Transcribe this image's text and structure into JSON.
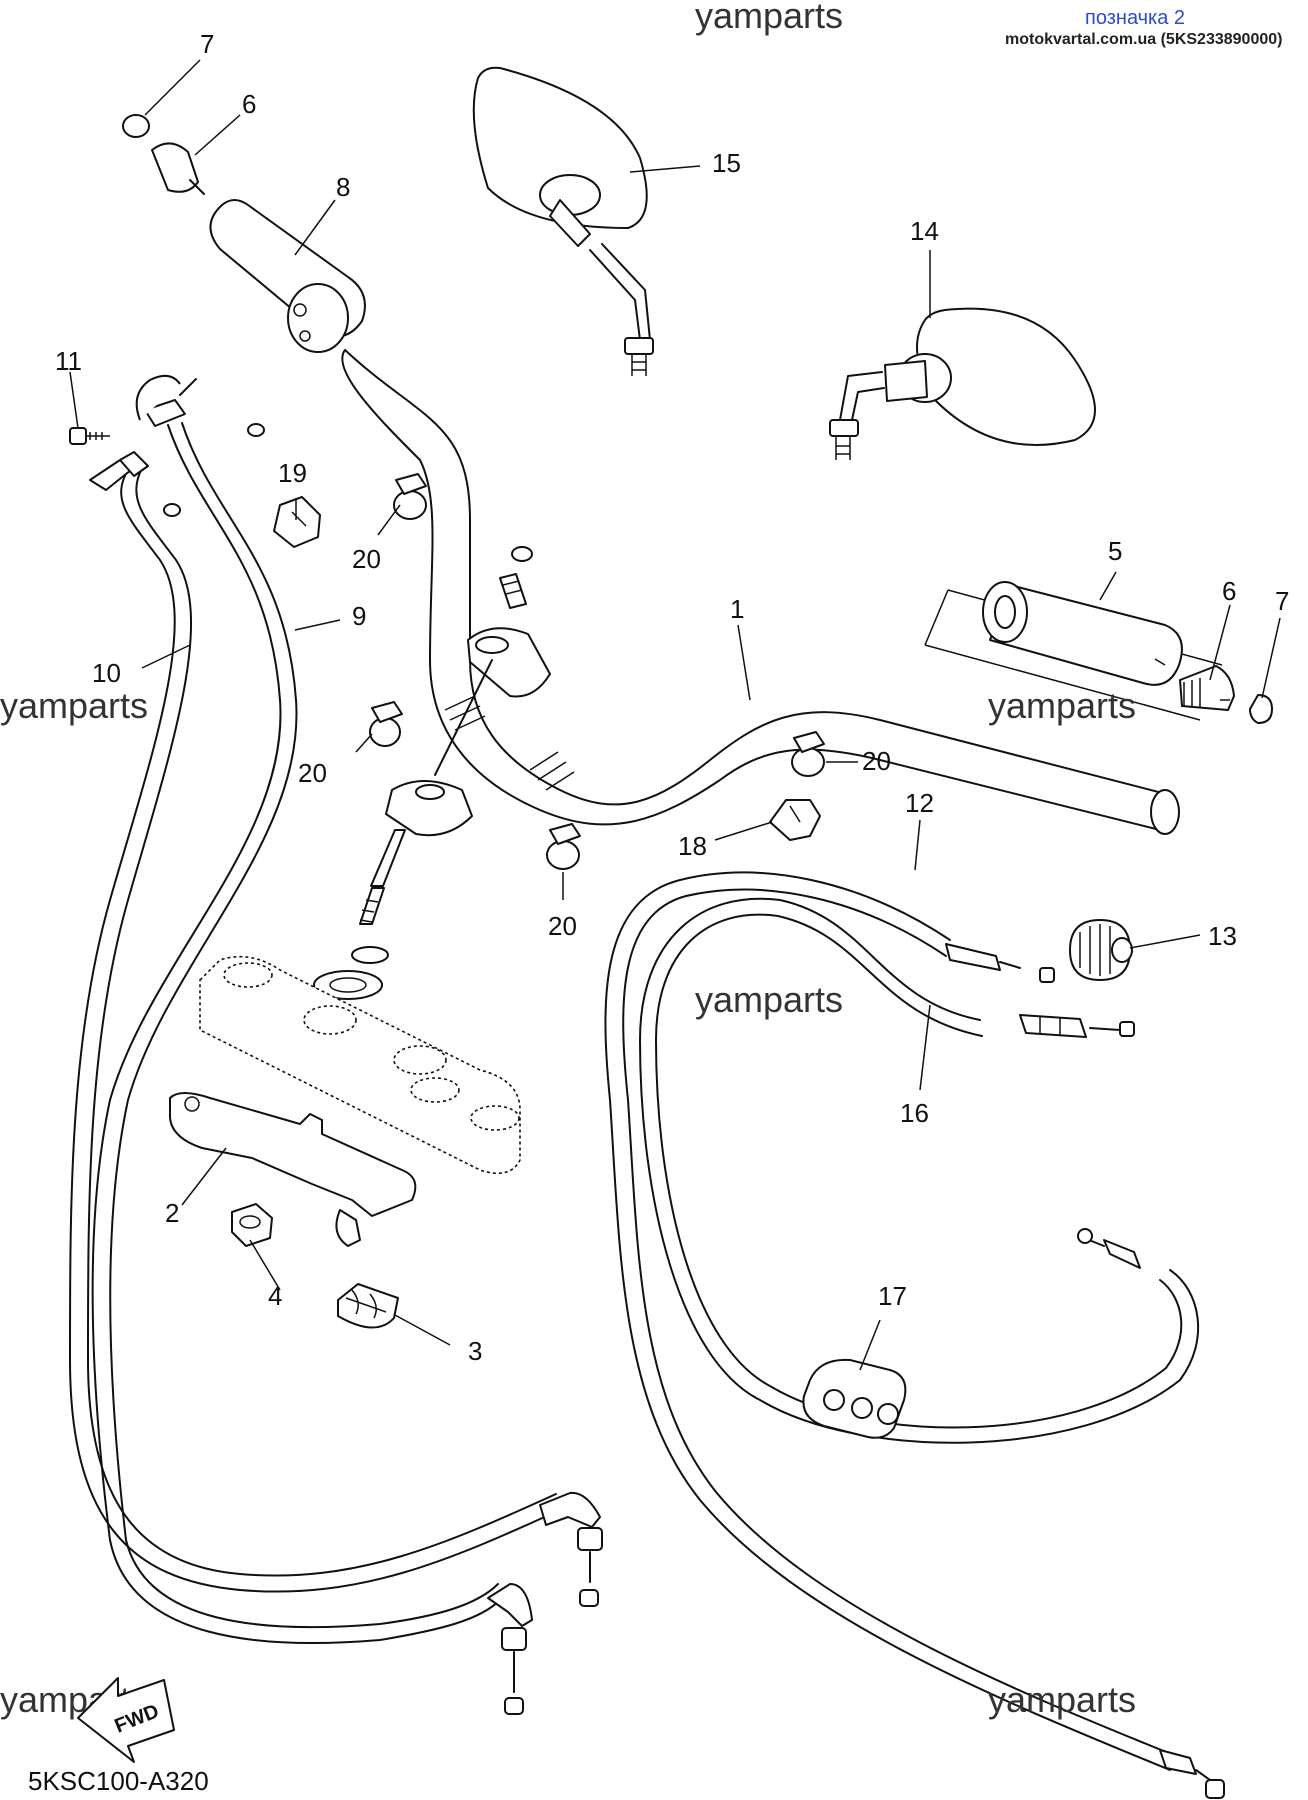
{
  "header": {
    "watermark_top": "yamparts",
    "badge": "позначка 2",
    "source": "motokvartal.com.ua (5KS233890000)"
  },
  "watermarks": [
    "yamparts",
    "yamparts",
    "yamparts",
    "yamparts",
    "yamparts"
  ],
  "callouts": [
    {
      "id": "c7a",
      "label": "7"
    },
    {
      "id": "c6a",
      "label": "6"
    },
    {
      "id": "c8",
      "label": "8"
    },
    {
      "id": "c15",
      "label": "15"
    },
    {
      "id": "c14",
      "label": "14"
    },
    {
      "id": "c11",
      "label": "11"
    },
    {
      "id": "c19",
      "label": "19"
    },
    {
      "id": "c20a",
      "label": "20"
    },
    {
      "id": "c9",
      "label": "9"
    },
    {
      "id": "c10",
      "label": "10"
    },
    {
      "id": "c1",
      "label": "1"
    },
    {
      "id": "c5",
      "label": "5"
    },
    {
      "id": "c6b",
      "label": "6"
    },
    {
      "id": "c7b",
      "label": "7"
    },
    {
      "id": "c20b",
      "label": "20"
    },
    {
      "id": "c20c",
      "label": "20"
    },
    {
      "id": "c12",
      "label": "12"
    },
    {
      "id": "c18",
      "label": "18"
    },
    {
      "id": "c20d",
      "label": "20"
    },
    {
      "id": "c13",
      "label": "13"
    },
    {
      "id": "c16",
      "label": "16"
    },
    {
      "id": "c2",
      "label": "2"
    },
    {
      "id": "c4",
      "label": "4"
    },
    {
      "id": "c3",
      "label": "3"
    },
    {
      "id": "c17",
      "label": "17"
    }
  ],
  "footer": {
    "diagram_code": "5KSC100-A320",
    "fwd_label": "FWD"
  }
}
